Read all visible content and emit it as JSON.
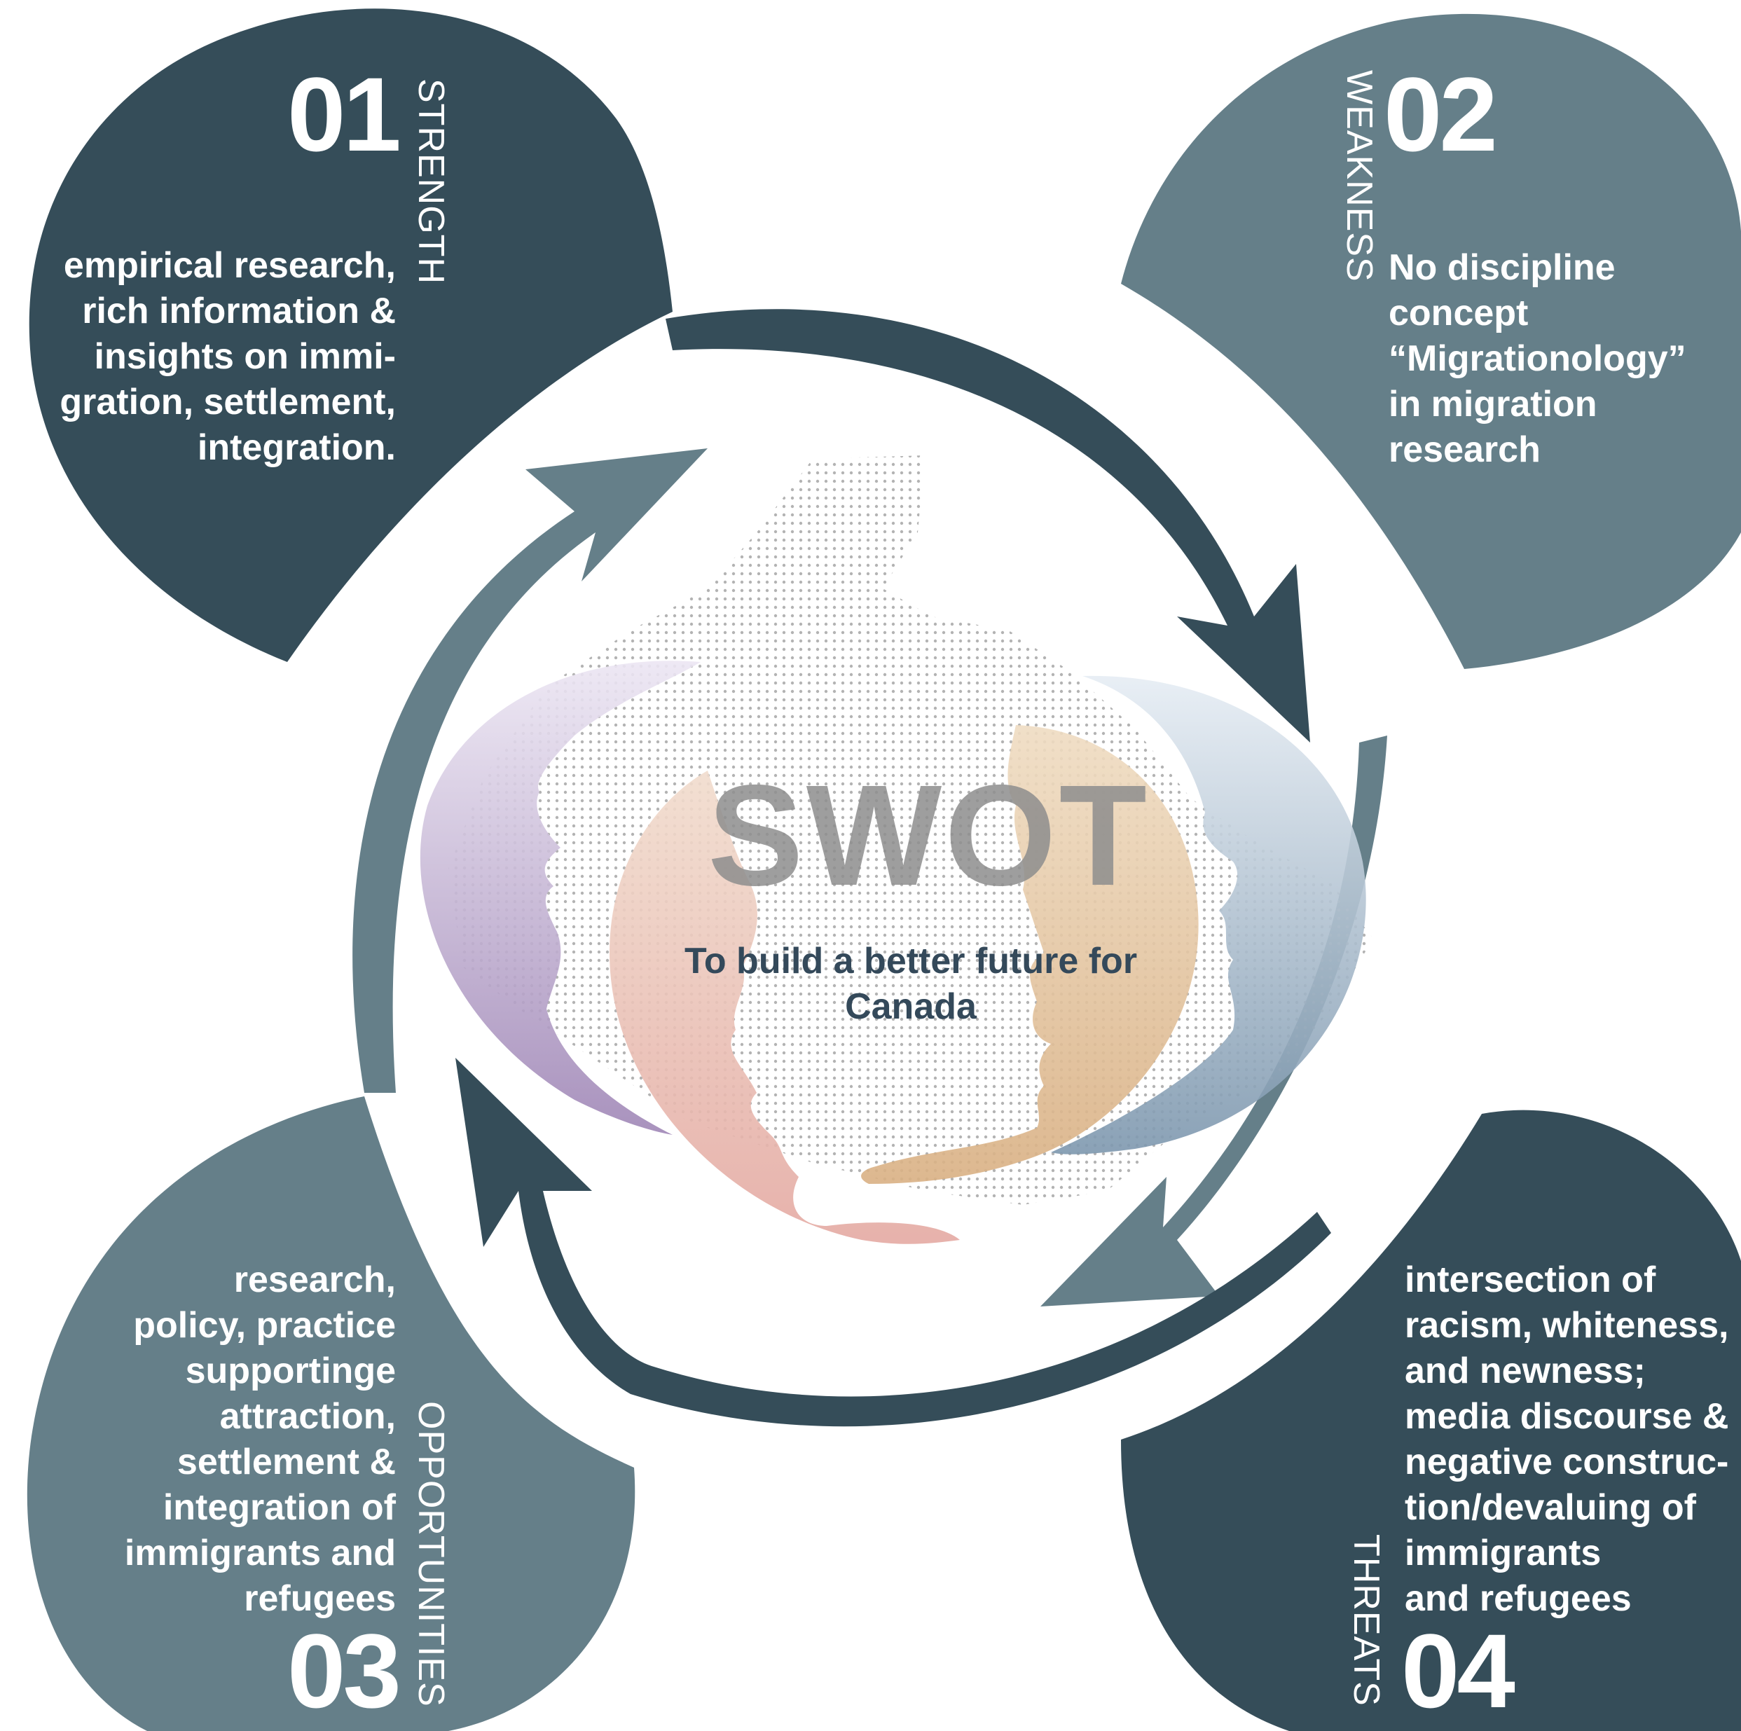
{
  "colors": {
    "dark": "#354d59",
    "slate": "#657f89",
    "white": "#ffffff",
    "purple": "#a891bd",
    "peach": "#e8bcae",
    "gold": "#dcb88a",
    "blue": "#9fb2c6"
  },
  "center": {
    "title": "SWOT",
    "tagline": "To build a better future for Canada"
  },
  "quadrants": [
    {
      "id": "strength",
      "number": "01",
      "label": "STRENGTH",
      "body_lines": [
        "empirical research,",
        "rich information &",
        "insights on immi-",
        "gration, settlement,",
        "integration."
      ]
    },
    {
      "id": "weakness",
      "number": "02",
      "label": "WEAKNESS",
      "body_lines": [
        "No discipline",
        "concept",
        "“Migrationology”",
        "in migration",
        "research"
      ]
    },
    {
      "id": "opportunities",
      "number": "03",
      "label": "OPPORTUNITIES",
      "body_lines": [
        "research,",
        "policy, practice",
        "supportinge",
        "attraction,",
        "settlement &",
        "integration of",
        "immigrants and",
        "refugees"
      ]
    },
    {
      "id": "threats",
      "number": "04",
      "label": "THREATS",
      "body_lines": [
        "intersection of",
        "racism, whiteness,",
        "and newness;",
        "media discourse &",
        "negative construc-",
        "tion/devaluing of",
        "immigrants",
        "and refugees"
      ]
    }
  ]
}
